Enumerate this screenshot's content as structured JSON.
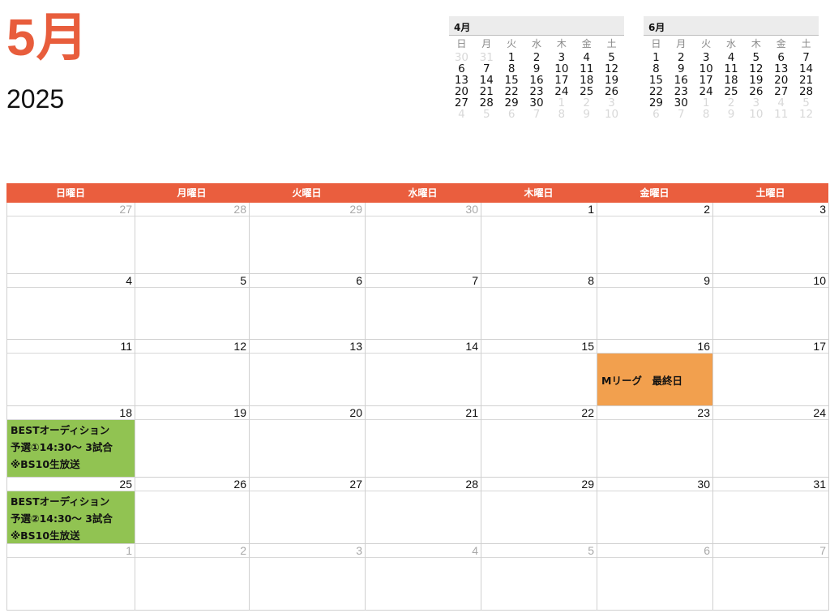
{
  "header": {
    "month": "5月",
    "year": "2025"
  },
  "mini_calendars": [
    {
      "title": "4月",
      "weekdays": [
        "日",
        "月",
        "火",
        "水",
        "木",
        "金",
        "土"
      ],
      "days": [
        {
          "n": "30",
          "o": true
        },
        {
          "n": "31",
          "o": true
        },
        {
          "n": "1"
        },
        {
          "n": "2"
        },
        {
          "n": "3"
        },
        {
          "n": "4"
        },
        {
          "n": "5"
        },
        {
          "n": "6"
        },
        {
          "n": "7"
        },
        {
          "n": "8"
        },
        {
          "n": "9"
        },
        {
          "n": "10"
        },
        {
          "n": "11"
        },
        {
          "n": "12"
        },
        {
          "n": "13"
        },
        {
          "n": "14"
        },
        {
          "n": "15"
        },
        {
          "n": "16"
        },
        {
          "n": "17"
        },
        {
          "n": "18"
        },
        {
          "n": "19"
        },
        {
          "n": "20"
        },
        {
          "n": "21"
        },
        {
          "n": "22"
        },
        {
          "n": "23"
        },
        {
          "n": "24"
        },
        {
          "n": "25"
        },
        {
          "n": "26"
        },
        {
          "n": "27"
        },
        {
          "n": "28"
        },
        {
          "n": "29"
        },
        {
          "n": "30"
        },
        {
          "n": "1",
          "o": true
        },
        {
          "n": "2",
          "o": true
        },
        {
          "n": "3",
          "o": true
        },
        {
          "n": "4",
          "o": true
        },
        {
          "n": "5",
          "o": true
        },
        {
          "n": "6",
          "o": true
        },
        {
          "n": "7",
          "o": true
        },
        {
          "n": "8",
          "o": true
        },
        {
          "n": "9",
          "o": true
        },
        {
          "n": "10",
          "o": true
        }
      ]
    },
    {
      "title": "6月",
      "weekdays": [
        "日",
        "月",
        "火",
        "水",
        "木",
        "金",
        "土"
      ],
      "days": [
        {
          "n": "1"
        },
        {
          "n": "2"
        },
        {
          "n": "3"
        },
        {
          "n": "4"
        },
        {
          "n": "5"
        },
        {
          "n": "6"
        },
        {
          "n": "7"
        },
        {
          "n": "8"
        },
        {
          "n": "9"
        },
        {
          "n": "10"
        },
        {
          "n": "11"
        },
        {
          "n": "12"
        },
        {
          "n": "13"
        },
        {
          "n": "14"
        },
        {
          "n": "15"
        },
        {
          "n": "16"
        },
        {
          "n": "17"
        },
        {
          "n": "18"
        },
        {
          "n": "19"
        },
        {
          "n": "20"
        },
        {
          "n": "21"
        },
        {
          "n": "22"
        },
        {
          "n": "23"
        },
        {
          "n": "24"
        },
        {
          "n": "25"
        },
        {
          "n": "26"
        },
        {
          "n": "27"
        },
        {
          "n": "28"
        },
        {
          "n": "29"
        },
        {
          "n": "30"
        },
        {
          "n": "1",
          "o": true
        },
        {
          "n": "2",
          "o": true
        },
        {
          "n": "3",
          "o": true
        },
        {
          "n": "4",
          "o": true
        },
        {
          "n": "5",
          "o": true
        },
        {
          "n": "6",
          "o": true
        },
        {
          "n": "7",
          "o": true
        },
        {
          "n": "8",
          "o": true
        },
        {
          "n": "9",
          "o": true
        },
        {
          "n": "10",
          "o": true
        },
        {
          "n": "11",
          "o": true
        },
        {
          "n": "12",
          "o": true
        }
      ]
    }
  ],
  "calendar": {
    "weekdays": [
      "日曜日",
      "月曜日",
      "火曜日",
      "水曜日",
      "木曜日",
      "金曜日",
      "土曜日"
    ],
    "weeks": [
      [
        {
          "n": "27",
          "o": true
        },
        {
          "n": "28",
          "o": true
        },
        {
          "n": "29",
          "o": true
        },
        {
          "n": "30",
          "o": true
        },
        {
          "n": "1"
        },
        {
          "n": "2"
        },
        {
          "n": "3"
        }
      ],
      [
        {
          "n": "4"
        },
        {
          "n": "5"
        },
        {
          "n": "6"
        },
        {
          "n": "7"
        },
        {
          "n": "8"
        },
        {
          "n": "9"
        },
        {
          "n": "10"
        }
      ],
      [
        {
          "n": "11"
        },
        {
          "n": "12"
        },
        {
          "n": "13"
        },
        {
          "n": "14"
        },
        {
          "n": "15"
        },
        {
          "n": "16",
          "event": {
            "text": "Mリーグ　最終日",
            "color": "orange"
          }
        },
        {
          "n": "17"
        }
      ],
      [
        {
          "n": "18",
          "event": {
            "text": "BESTオーディション\n予選①14:30〜 3試合\n※BS10生放送",
            "color": "green"
          }
        },
        {
          "n": "19"
        },
        {
          "n": "20"
        },
        {
          "n": "21"
        },
        {
          "n": "22"
        },
        {
          "n": "23"
        },
        {
          "n": "24"
        }
      ],
      [
        {
          "n": "25",
          "event": {
            "text": "BESTオーディション\n予選②14:30〜 3試合\n※BS10生放送",
            "color": "green"
          }
        },
        {
          "n": "26"
        },
        {
          "n": "27"
        },
        {
          "n": "28"
        },
        {
          "n": "29"
        },
        {
          "n": "30"
        },
        {
          "n": "31"
        }
      ],
      [
        {
          "n": "1",
          "o": true
        },
        {
          "n": "2",
          "o": true
        },
        {
          "n": "3",
          "o": true
        },
        {
          "n": "4",
          "o": true
        },
        {
          "n": "5",
          "o": true
        },
        {
          "n": "6",
          "o": true
        },
        {
          "n": "7",
          "o": true
        }
      ]
    ]
  },
  "colors": {
    "accent": "#ea5e3e",
    "orange_event": "#f2a04e",
    "green_event": "#91c352"
  }
}
